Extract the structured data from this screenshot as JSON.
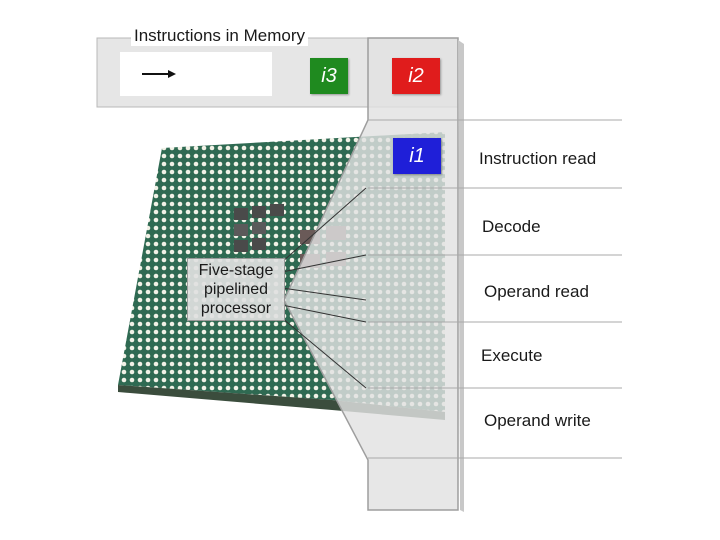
{
  "memory": {
    "title": "Instructions in Memory",
    "instructions": [
      {
        "label": "i3",
        "color": "#1f8a1f"
      },
      {
        "label": "i2",
        "color": "#e01c1c"
      }
    ]
  },
  "pipeline": {
    "current_instruction": {
      "label": "i1",
      "color": "#1f1fd8"
    },
    "stages": [
      "Instruction read",
      "Decode",
      "Operand read",
      "Execute",
      "Operand write"
    ]
  },
  "processor": {
    "label_lines": [
      "Five-stage",
      "pipelined",
      "processor"
    ]
  },
  "colors": {
    "chip_substrate": "#2f6a52",
    "chip_pins": "#f1f1e6",
    "panel": "#e6e6e6",
    "die": "#4a4a4a"
  }
}
